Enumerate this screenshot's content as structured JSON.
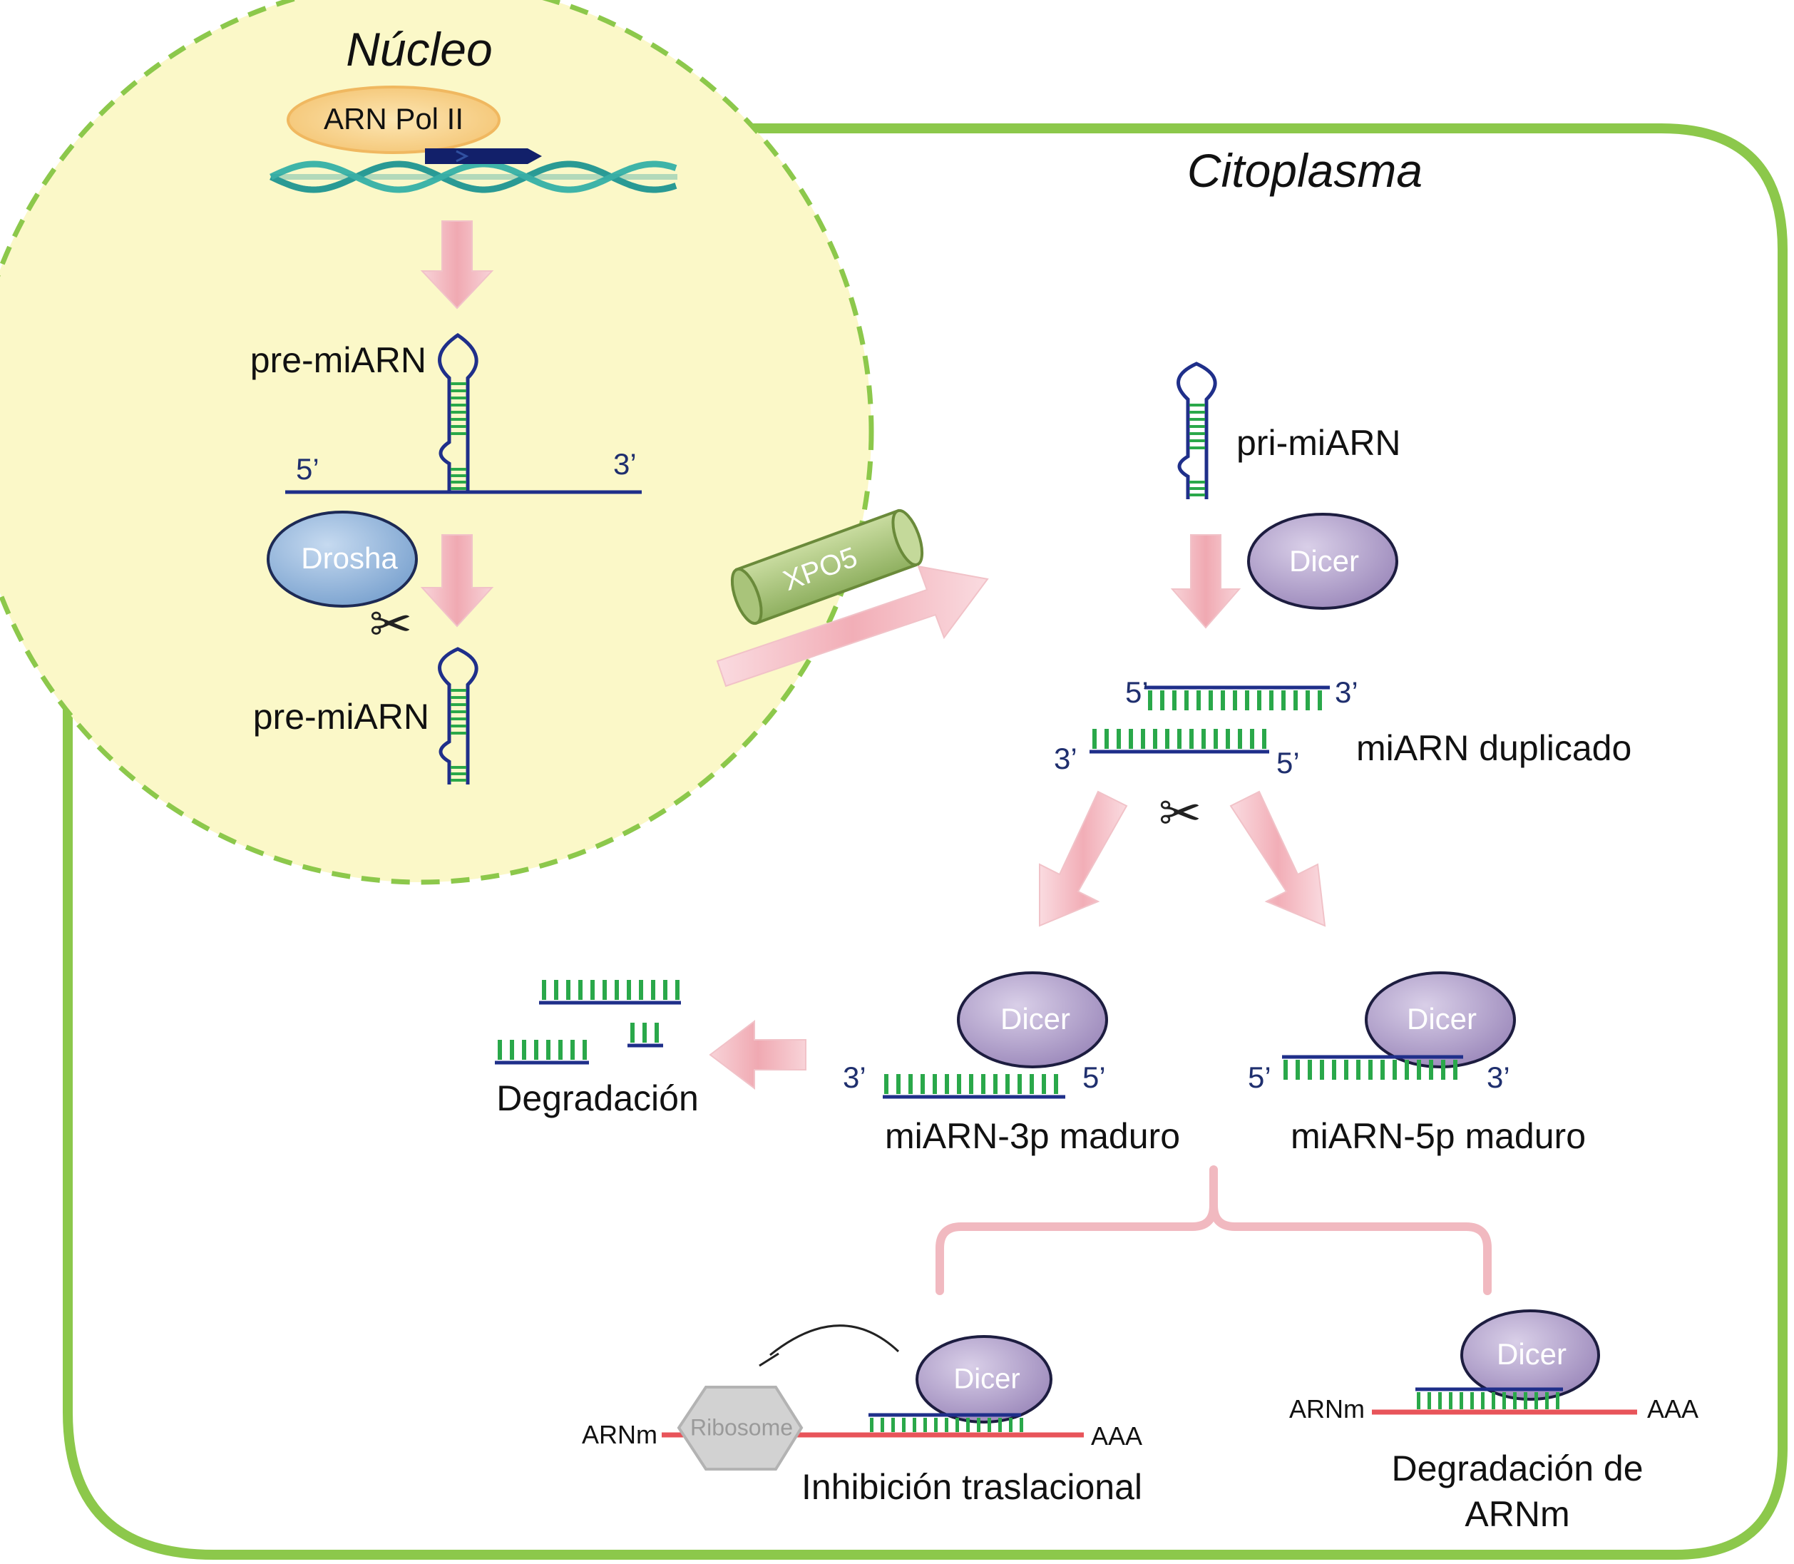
{
  "compartments": {
    "nucleus": "Núcleo",
    "cytoplasm": "Citoplasma"
  },
  "enzymes": {
    "pol": "ARN Pol II",
    "drosha": "Drosha",
    "exportin": "XPO5",
    "dicer": "Dicer",
    "ribosome": "Ribosome"
  },
  "labels": {
    "pre1": "pre-miARN",
    "pre2": "pre-miARN",
    "pri": "pri-miARN",
    "duplex": "miARN duplicado",
    "mature3p": "miARN-3p maduro",
    "mature5p": "miARN-5p maduro",
    "degradation": "Degradación",
    "inhibition": "Inhibición traslacional",
    "mrna_deg_line1": "Degradación de",
    "mrna_deg_line2": "ARNm"
  },
  "ends": {
    "five": "5’",
    "three": "3’"
  },
  "mrna": {
    "left": "ARNm",
    "right": "AAA"
  },
  "colors": {
    "membrane": "#8cc84b",
    "nucleus_fill": "#fbf8c8",
    "strand": "#1f2f8a",
    "base": "#2aa84a",
    "arrow": "#f2b8bf",
    "dicer": "#b3a4cc",
    "drosha": "#8fb3dd",
    "mrna": "#e8545a",
    "ribosome": "#c8c8c8"
  }
}
